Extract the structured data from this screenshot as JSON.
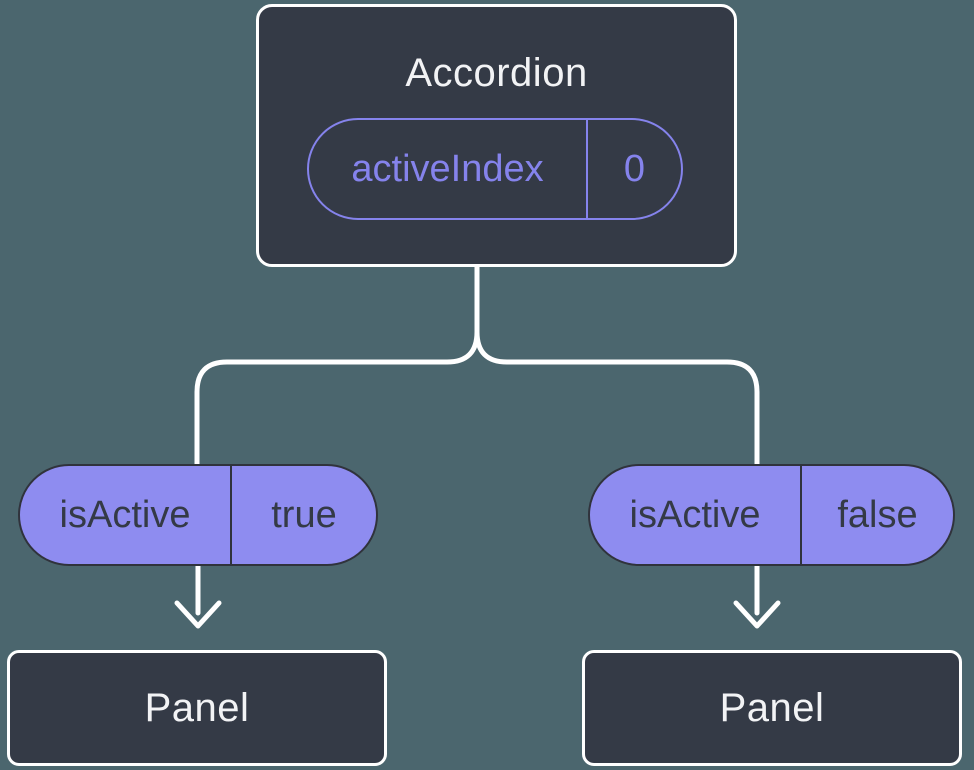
{
  "colors": {
    "background": "#4B666E",
    "node_fill": "#343A46",
    "node_border": "#FFFFFF",
    "accent_purple": "#8E8CF0",
    "pill_outline": "#8583EC",
    "pill_border_dark": "#30333C",
    "text_light": "#F2F3F5",
    "text_dark": "#343A46",
    "connector": "#FFFFFF"
  },
  "diagram": {
    "root": {
      "title": "Accordion",
      "state_pill": {
        "key": "activeIndex",
        "value": "0"
      }
    },
    "children": [
      {
        "prop_pill": {
          "key": "isActive",
          "value": "true"
        },
        "panel": {
          "title": "Panel"
        }
      },
      {
        "prop_pill": {
          "key": "isActive",
          "value": "false"
        },
        "panel": {
          "title": "Panel"
        }
      }
    ]
  }
}
